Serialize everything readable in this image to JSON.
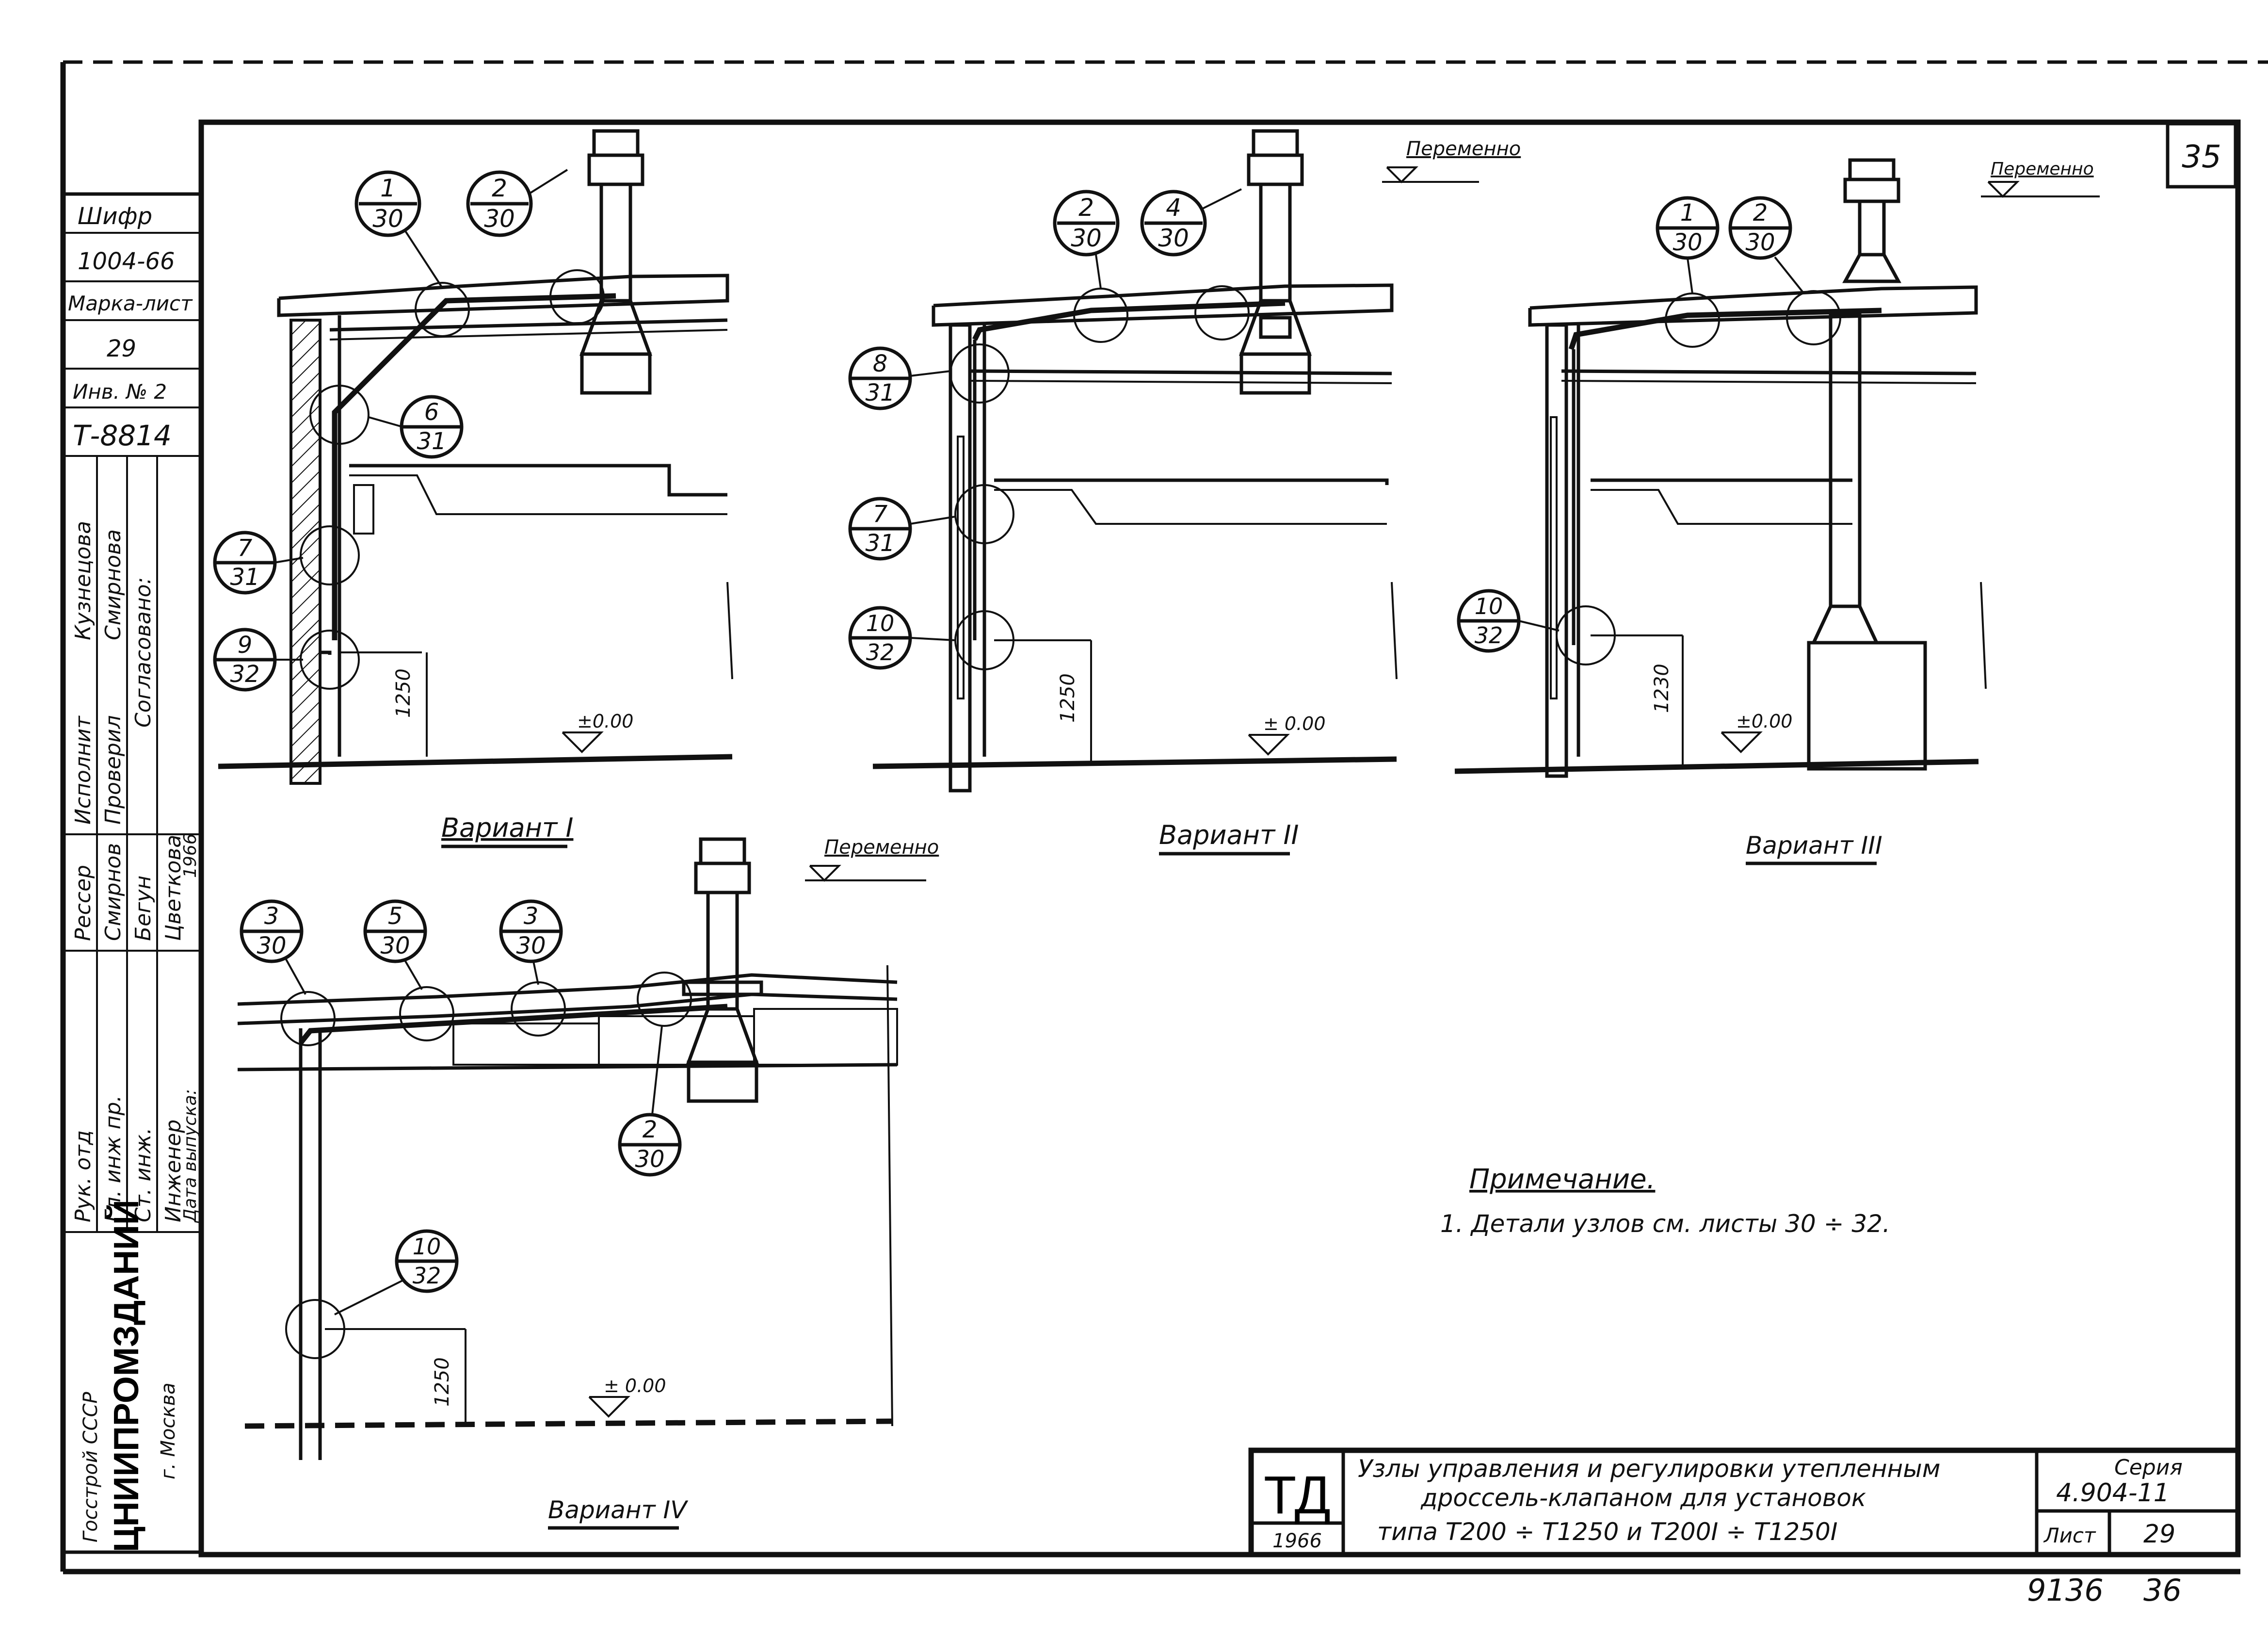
{
  "sheet_number": "35",
  "side_stamp": {
    "cipher_label": "Шифр",
    "cipher_value": "1004-66",
    "mark_label": "Марка-лист",
    "mark_value": "29",
    "inv_label": "Инв. № 2",
    "inv_value": "Т-8814",
    "rows": [
      {
        "role": "Исполнит",
        "name": "Кузнецова"
      },
      {
        "role": "Проверил",
        "name": "Смирнова"
      },
      {
        "role": "Согласовано:",
        "name": ""
      },
      {
        "role": "Рук. отд",
        "name": "Рессер"
      },
      {
        "role": "Гл. инж пр.",
        "name": "Смирнов"
      },
      {
        "role": "Ст. инж.",
        "name": "Бегун"
      },
      {
        "role": "Инженер",
        "name": "Цветкова"
      },
      {
        "role": "Дата выпуска:",
        "name": "1966"
      }
    ],
    "org_line1": "Госстрой СССР",
    "org_line2": "ЦНИИПРОМЗДАНИЙ",
    "org_line3": "г. Москва"
  },
  "variants": [
    {
      "title": "Вариант I",
      "dim": "1250",
      "level": "±0.00",
      "callouts": [
        [
          "1",
          "30"
        ],
        [
          "2",
          "30"
        ],
        [
          "6",
          "31"
        ],
        [
          "7",
          "31"
        ],
        [
          "9",
          "32"
        ]
      ],
      "note": ""
    },
    {
      "title": "Вариант II",
      "dim": "1250",
      "level": "± 0.00",
      "callouts": [
        [
          "2",
          "30"
        ],
        [
          "4",
          "30"
        ],
        [
          "8",
          "31"
        ],
        [
          "7",
          "31"
        ],
        [
          "10",
          "32"
        ]
      ],
      "note": "Переменно"
    },
    {
      "title": "Вариант III",
      "dim": "1230",
      "level": "±0.00",
      "callouts": [
        [
          "1",
          "30"
        ],
        [
          "2",
          "30"
        ],
        [
          "10",
          "32"
        ]
      ],
      "note": "Переменно"
    },
    {
      "title": "Вариант IV",
      "dim": "1250",
      "level": "± 0.00",
      "callouts": [
        [
          "3",
          "30"
        ],
        [
          "5",
          "30"
        ],
        [
          "3",
          "30"
        ],
        [
          "2",
          "30"
        ],
        [
          "10",
          "32"
        ]
      ],
      "note": "Переменно"
    }
  ],
  "note_title": "Примечание.",
  "note_text": "1. Детали узлов см. листы 30 ÷ 32.",
  "title_block": {
    "logo": "ТД",
    "year": "1966",
    "title_line1": "Узлы управления и регулировки утепленным",
    "title_line2": "дроссель-клапаном для установок",
    "title_line3": "типа Т200 ÷ Т1250 и Т200I ÷ Т1250I",
    "series_label": "Серия",
    "series_value": "4.904-11",
    "sheet_label": "Лист",
    "sheet_value": "29"
  },
  "footer_code": "9136",
  "footer_page": "36"
}
